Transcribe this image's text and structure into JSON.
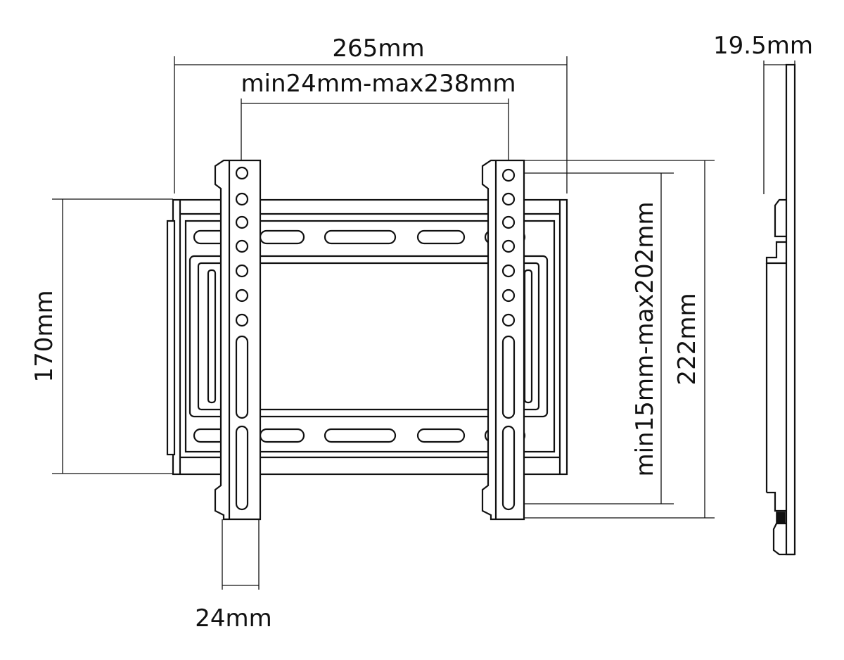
{
  "diagram": {
    "dimensions": {
      "overall_width": "265mm",
      "hole_spacing_horizontal": "min24mm-max238mm",
      "frame_height": "170mm",
      "hole_spacing_vertical": "min15mm-max202mm",
      "arm_height": "222mm",
      "arm_width": "24mm",
      "wall_distance": "19.5mm"
    },
    "colors": {
      "line": "#111111",
      "background": "#ffffff"
    }
  }
}
